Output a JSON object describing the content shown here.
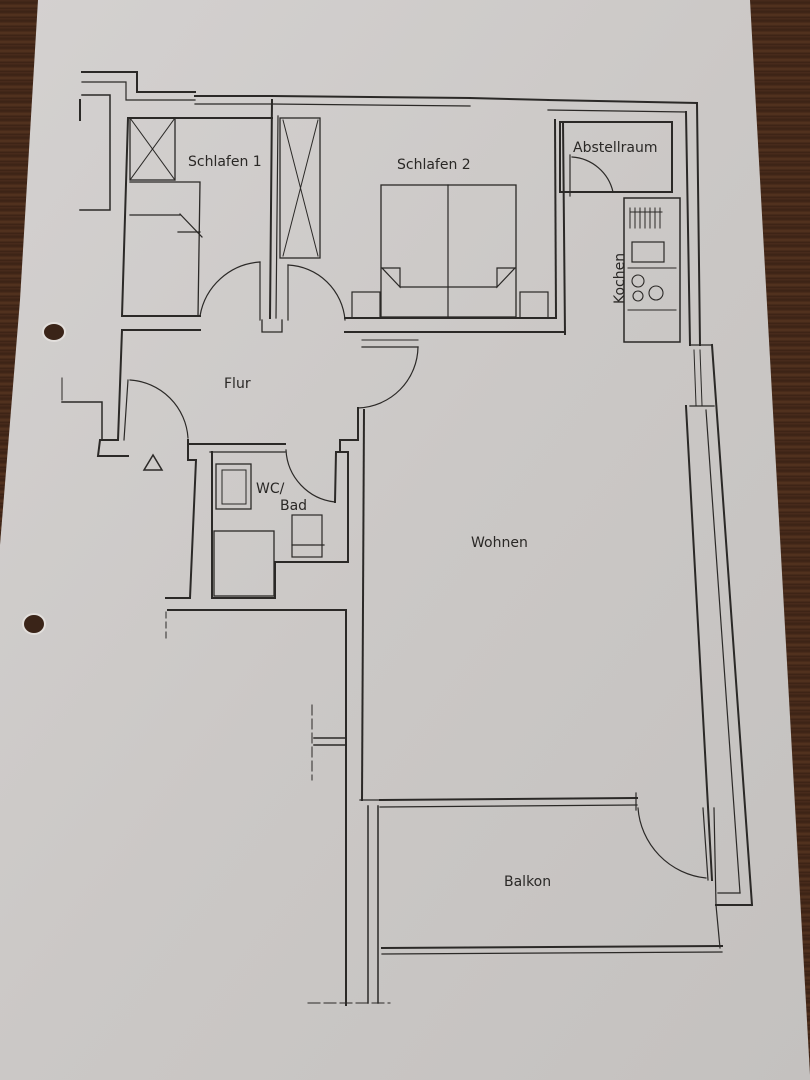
{
  "document": {
    "type": "floor-plan",
    "background": "wooden-table",
    "paper_color": "#cfcccb",
    "line_color": "#2b2927"
  },
  "rooms": {
    "schlafen1": {
      "label": "Schlafen 1"
    },
    "schlafen2": {
      "label": "Schlafen 2"
    },
    "abstellraum": {
      "label": "Abstellraum"
    },
    "kochen": {
      "label": "Kochen"
    },
    "flur": {
      "label": "Flur"
    },
    "wc_bad_line1": {
      "label": "WC/"
    },
    "wc_bad_line2": {
      "label": "Bad"
    },
    "wohnen": {
      "label": "Wohnen"
    },
    "balkon": {
      "label": "Balkon"
    }
  },
  "symbols": {
    "entrance": {
      "glyph": "triangle",
      "meaning": "entrance-marker"
    }
  },
  "hole_punches": 2
}
